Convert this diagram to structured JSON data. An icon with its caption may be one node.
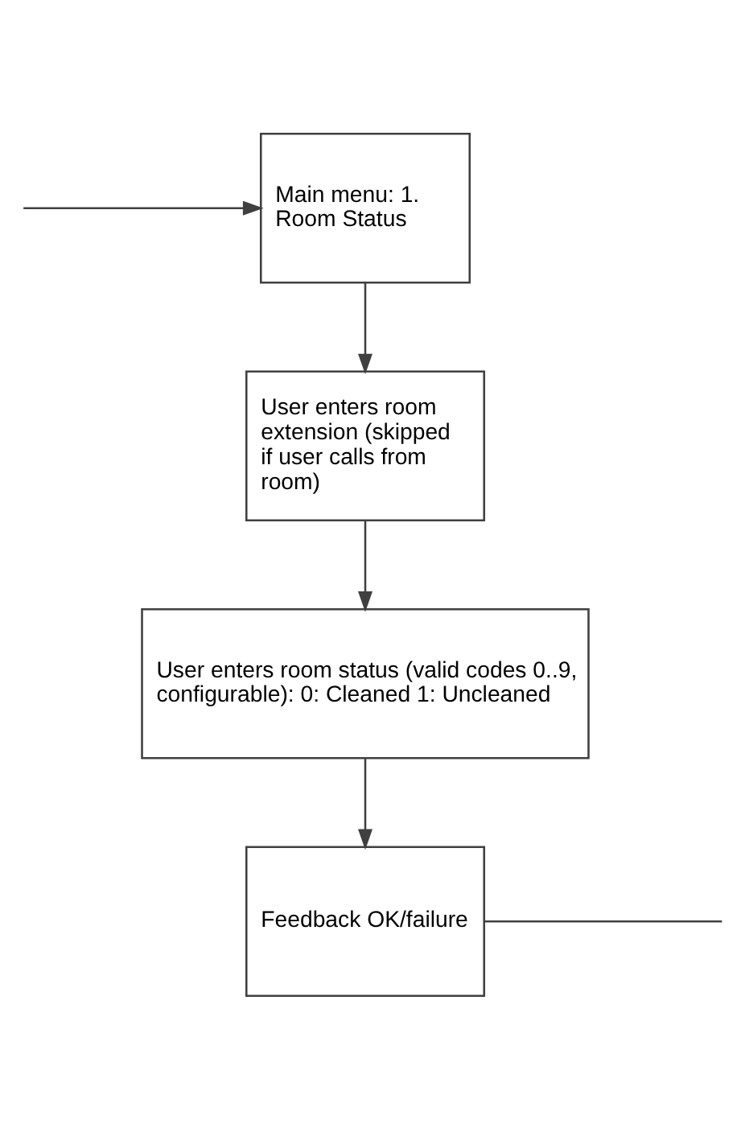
{
  "diagram": {
    "nodes": [
      {
        "text": [
          "Main menu: 1. Room Status"
        ]
      },
      {
        "text": [
          "User enters room extension (skipped if user calls from room)"
        ]
      },
      {
        "text": [
          "User enters room status (valid codes 0..9, configurable): 0: Cleaned 1: Uncleaned"
        ]
      },
      {
        "text": [
          "Feedback OK/failure"
        ]
      }
    ],
    "edges": [
      {
        "from": 0,
        "to": 1,
        "arrow": "to"
      },
      {
        "from": 1,
        "to": 2,
        "arrow": "to"
      },
      {
        "from": 2,
        "to": 3,
        "arrow": "to"
      },
      {
        "from": 3,
        "to": null,
        "arrow": "none"
      },
      {
        "from": null,
        "to": 0,
        "arrow": "to"
      }
    ]
  }
}
